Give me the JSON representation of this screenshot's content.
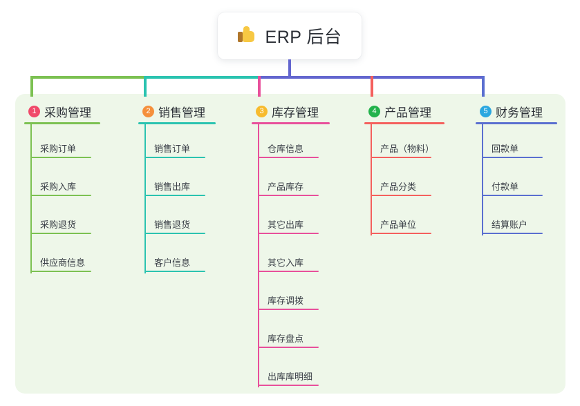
{
  "diagram": {
    "type": "mindmap",
    "root": {
      "label": "ERP 后台",
      "icon": "thumbs-up-emoji"
    },
    "background_color": "#eef7e9",
    "trunk_color": "#6366cf",
    "branches": [
      {
        "number": "1",
        "label": "采购管理",
        "badge_color": "#f04a6a",
        "line_color": "#7cc152",
        "items": [
          "采购订单",
          "采购入库",
          "采购退货",
          "供应商信息"
        ]
      },
      {
        "number": "2",
        "label": "销售管理",
        "badge_color": "#f5903c",
        "line_color": "#2bc3b0",
        "items": [
          "销售订单",
          "销售出库",
          "销售退货",
          "客户信息"
        ]
      },
      {
        "number": "3",
        "label": "库存管理",
        "badge_color": "#f7bb2e",
        "line_color": "#e8509b",
        "items": [
          "仓库信息",
          "产品库存",
          "其它出库",
          "其它入库",
          "库存调拨",
          "库存盘点",
          "出库库明细"
        ]
      },
      {
        "number": "4",
        "label": "产品管理",
        "badge_color": "#22b24c",
        "line_color": "#f4605d",
        "items": [
          "产品（物料）",
          "产品分类",
          "产品单位"
        ]
      },
      {
        "number": "5",
        "label": "财务管理",
        "badge_color": "#2ba7e0",
        "line_color": "#5a6fd0",
        "items": [
          "回款单",
          "付款单",
          "结算账户"
        ]
      }
    ],
    "bus_segments": [
      {
        "color": "#7cc152"
      },
      {
        "color": "#2bc3b0"
      },
      {
        "color": "#6366cf"
      }
    ]
  }
}
